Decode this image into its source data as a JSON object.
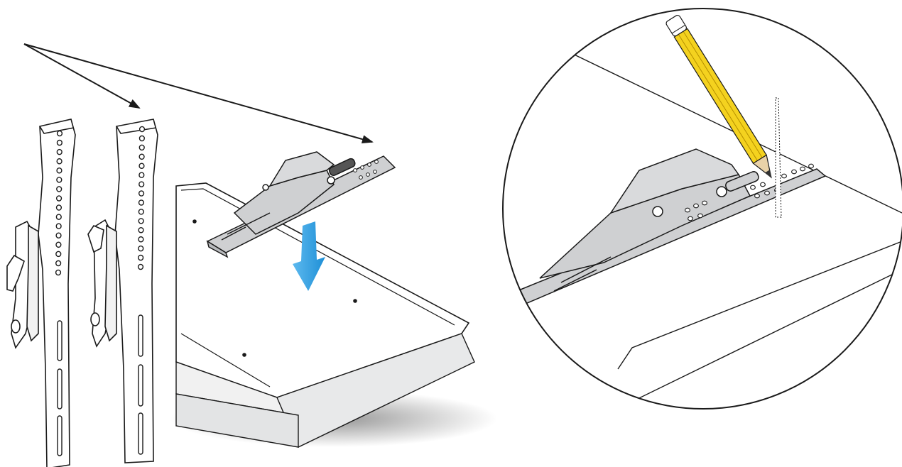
{
  "figure": {
    "panels": [
      "left-assembly-view",
      "right-detail-view"
    ],
    "items": {
      "wall_brackets": 2,
      "slotted_rail_segments_per_bracket": 4,
      "mount_holes_on_panel": 4
    },
    "colors": {
      "line": "#1a1a1a",
      "metal_fill": "#cfd0d2",
      "metal_shade": "#b9bbbe",
      "panel_top": "#ffffff",
      "panel_side": "#e8e9ea",
      "shadow": "#9a9a9a",
      "arrow_fill": "#1e8fd6",
      "arrow_light": "#5db9ef",
      "pencil_body": "#f4d21f",
      "pencil_stripe": "#b58f00",
      "pencil_eraser": "#ffffff",
      "pencil_tip": "#e9d2a8",
      "pencil_lead": "#333333",
      "lever_dark": "#555555"
    },
    "icons": {
      "pointer": "pointer-arrow-icon",
      "push_down": "down-arrow-icon",
      "marking_tool": "pencil-icon"
    }
  }
}
